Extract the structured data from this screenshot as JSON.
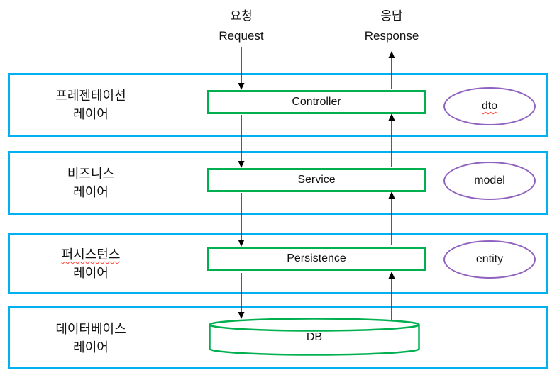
{
  "diagram": {
    "flow_labels": {
      "request_ko": "요청",
      "request_en": "Request",
      "response_ko": "응답",
      "response_en": "Response"
    },
    "layers": [
      {
        "title_line1": "프레젠테이션",
        "title_line2": "레이어",
        "component": "Controller",
        "artifact": "dto"
      },
      {
        "title_line1": "비즈니스",
        "title_line2": "레이어",
        "component": "Service",
        "artifact": "model"
      },
      {
        "title_line1": "퍼시스턴스",
        "title_line2": "레이어",
        "component": "Persistence",
        "artifact": "entity"
      },
      {
        "title_line1": "데이터베이스",
        "title_line2": "레이어",
        "component": "DB"
      }
    ],
    "colors": {
      "layer_border": "#00B0F0",
      "component_border": "#00B050",
      "artifact_border": "#9062C0",
      "arrow": "#000000",
      "spellcheck_underline": "#FF3B30"
    }
  }
}
